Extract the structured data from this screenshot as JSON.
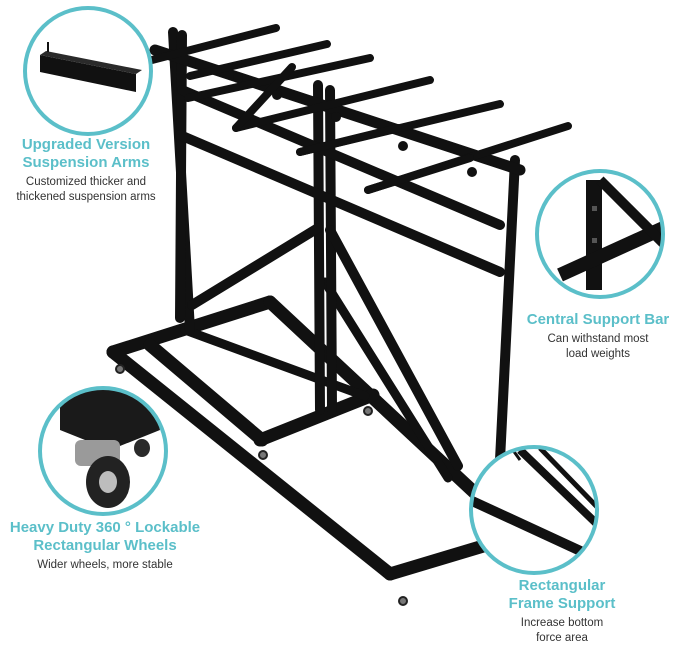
{
  "colors": {
    "accent": "#5bbfc9",
    "frame": "#111111",
    "text": "#333333"
  },
  "features": [
    {
      "id": "suspension-arms",
      "title_lines": [
        "Upgraded Version",
        "Suspension Arms"
      ],
      "desc_lines": [
        "Customized thicker and",
        "thickened suspension arms"
      ]
    },
    {
      "id": "central-support-bar",
      "title_lines": [
        "Central Support Bar"
      ],
      "desc_lines": [
        "Can withstand most",
        "load weights"
      ]
    },
    {
      "id": "wheels",
      "title_lines": [
        "Heavy Duty 360 ° Lockable",
        "Rectangular Wheels"
      ],
      "desc_lines": [
        "Wider wheels, more stable"
      ]
    },
    {
      "id": "frame-support",
      "title_lines": [
        "Rectangular",
        "Frame Support"
      ],
      "desc_lines": [
        "Increase bottom",
        "force area"
      ]
    }
  ]
}
